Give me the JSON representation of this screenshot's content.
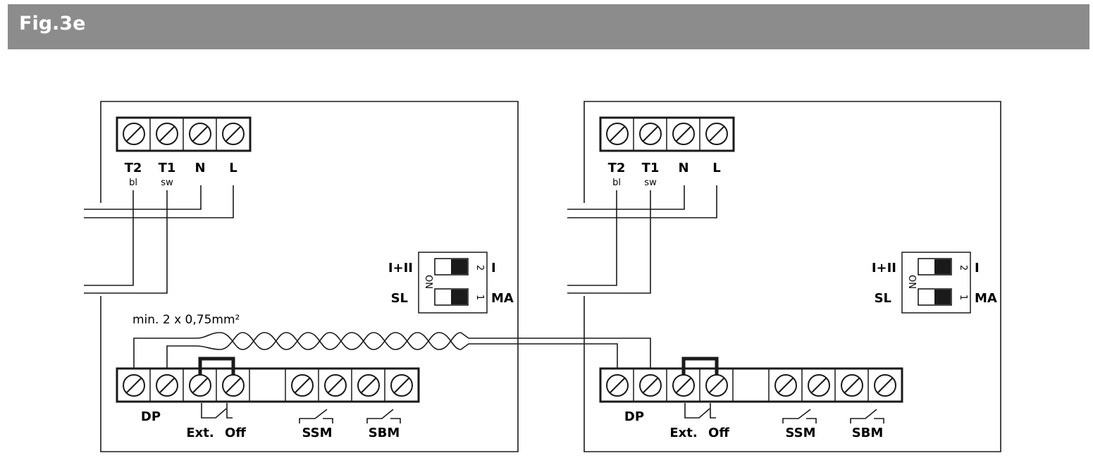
{
  "header": {
    "title": "Fig.3e"
  },
  "cable_note": "min. 2 x 0,75mm²",
  "colors": {
    "header_bg": "#8c8c8c",
    "line": "#1a1a1a",
    "switch_fill": "#1a1a1a"
  },
  "units": [
    {
      "name": "left",
      "power_terminals": [
        "T2",
        "T1",
        "N",
        "L"
      ],
      "wire_colors": [
        "bl",
        "sw",
        "",
        ""
      ],
      "dip_switch": {
        "left_labels": [
          "I+II",
          "SL"
        ],
        "right_labels": [
          "I",
          "MA"
        ],
        "on_label": "ON",
        "numbers": [
          "2",
          "1"
        ]
      },
      "bottom_labels": {
        "dp": "DP",
        "ext": "Ext.",
        "off": "Off",
        "ssm": "SSM",
        "sbm": "SBM"
      }
    },
    {
      "name": "right",
      "power_terminals": [
        "T2",
        "T1",
        "N",
        "L"
      ],
      "wire_colors": [
        "bl",
        "sw",
        "",
        ""
      ],
      "dip_switch": {
        "left_labels": [
          "I+II",
          "SL"
        ],
        "right_labels": [
          "I",
          "MA"
        ],
        "on_label": "ON",
        "numbers": [
          "2",
          "1"
        ]
      },
      "bottom_labels": {
        "dp": "DP",
        "ext": "Ext.",
        "off": "Off",
        "ssm": "SSM",
        "sbm": "SBM"
      }
    }
  ]
}
